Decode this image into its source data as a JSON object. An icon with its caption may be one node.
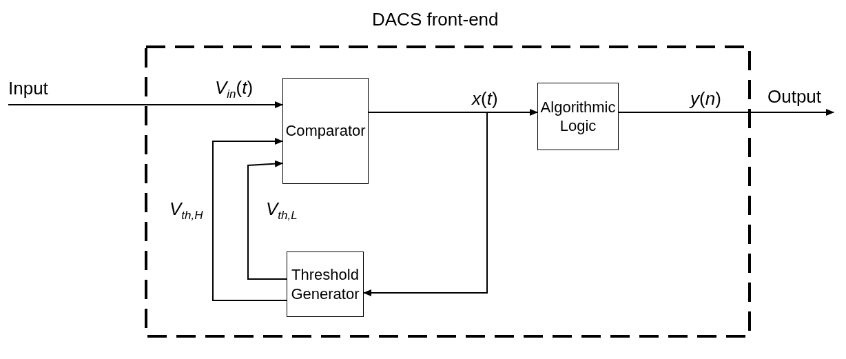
{
  "diagram": {
    "nodes": [
      {
        "text": [
          "DACS front-end"
        ]
      },
      {
        "text": [
          "Comparator"
        ],
        "in": 0
      },
      {
        "text": [
          "Algorithmic Logic"
        ],
        "in": 0
      },
      {
        "text": [
          "Threshold Generator"
        ],
        "in": 0
      },
      {
        "text": [
          "Input"
        ]
      },
      {
        "text": [
          "Output"
        ]
      }
    ],
    "edges": [
      {
        "from": 4,
        "to": 1,
        "arrow": "to",
        "label": "*V*$_{in}$(*t*)"
      },
      {
        "from": 1,
        "to": 2,
        "arrow": "to",
        "label": "*x*(*t*)"
      },
      {
        "from": 1,
        "to": 3,
        "arrow": "to"
      },
      {
        "from": 3,
        "to": 1,
        "arrow": "to",
        "label": "*V*$_{th,H}$"
      },
      {
        "from": 3,
        "to": 1,
        "arrow": "to",
        "label": "*V*$_{th,L}$"
      },
      {
        "from": 2,
        "to": 5,
        "arrow": "to",
        "label": "*y*(*n*)"
      }
    ]
  }
}
